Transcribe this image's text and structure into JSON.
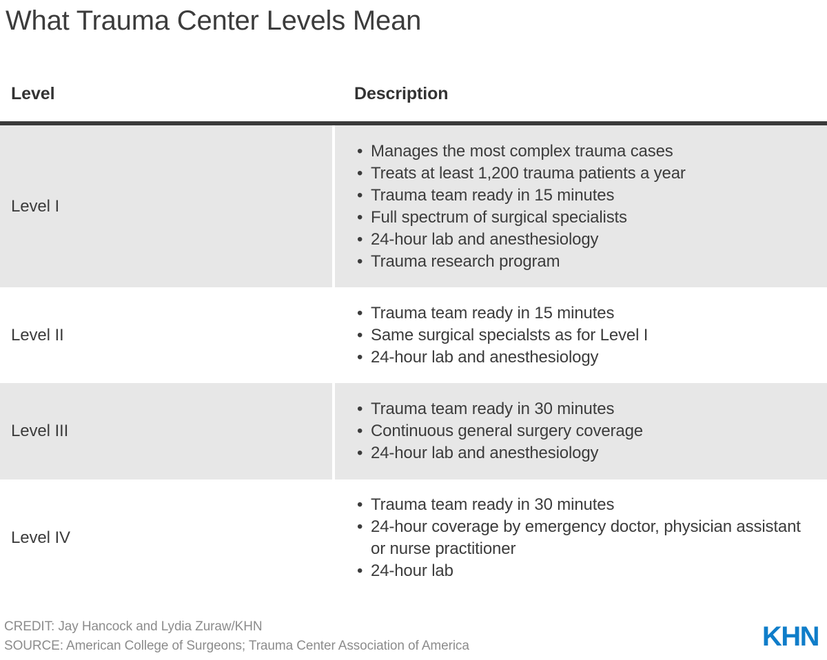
{
  "page": {
    "title": "What Trauma Center Levels Mean",
    "background_color": "#ffffff",
    "text_color": "#3c3c3c",
    "shaded_row_color": "#e7e7e7",
    "rule_color": "#3a3a3a",
    "accent_color": "#0f7dc9"
  },
  "table": {
    "columns": [
      {
        "key": "level",
        "label": "Level"
      },
      {
        "key": "description",
        "label": "Description"
      }
    ],
    "rows": [
      {
        "level": "Level I",
        "shaded": true,
        "bullets": [
          "Manages the most complex trauma cases",
          "Treats at least 1,200 trauma patients a year",
          "Trauma team ready in 15 minutes",
          "Full spectrum of surgical specialists",
          "24-hour lab and anesthesiology",
          "Trauma research program"
        ]
      },
      {
        "level": "Level II",
        "shaded": false,
        "bullets": [
          "Trauma team ready in 15 minutes",
          "Same surgical specialsts as for Level I",
          "24-hour lab and anesthesiology"
        ]
      },
      {
        "level": "Level III",
        "shaded": true,
        "bullets": [
          "Trauma team ready in 30 minutes",
          "Continuous general surgery coverage",
          "24-hour lab and anesthesiology"
        ]
      },
      {
        "level": "Level IV",
        "shaded": false,
        "bullets": [
          "Trauma team ready in 30 minutes",
          "24-hour coverage by emergency doctor, physician assistant or nurse practitioner",
          "24-hour lab"
        ]
      }
    ]
  },
  "footer": {
    "credit": "CREDIT: Jay Hancock and Lydia Zuraw/KHN",
    "source": "SOURCE: American College of Surgeons; Trauma Center Association of America",
    "logo_text": "KHN"
  }
}
